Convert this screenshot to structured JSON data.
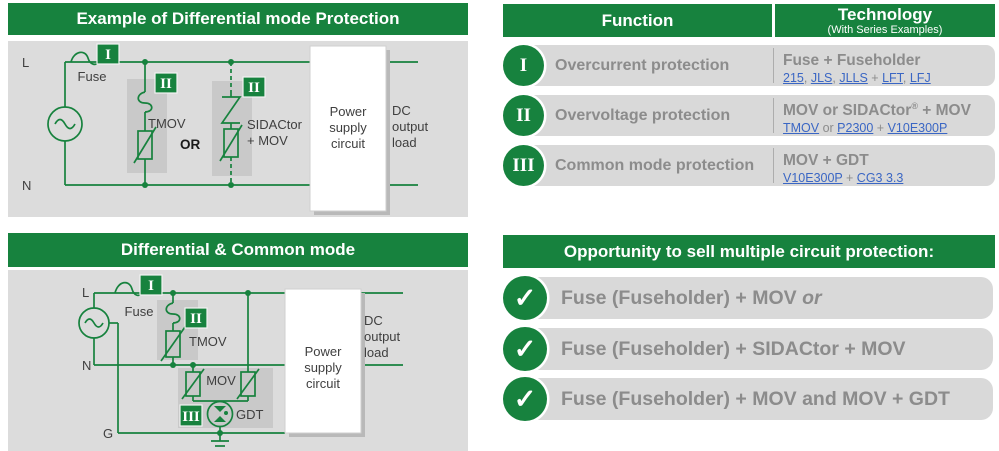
{
  "colors": {
    "green": "#17823E",
    "panel_gray": "#DCDCDC",
    "pill_gray": "#D9D9D9",
    "component_box_gray": "#C9C9C9",
    "text_gray": "#8C8C8C",
    "link_blue": "#3A66C4",
    "dark_text": "#3F3F3F"
  },
  "diff_panel": {
    "title": "Example of Differential mode Protection",
    "l": "L",
    "n": "N",
    "fuse": "Fuse",
    "badge_fuse": "I",
    "badge_tmov": "II",
    "badge_sidactor": "II",
    "tmov": "TMOV",
    "or_label": "OR",
    "sidactor_1": "SIDACtor",
    "sidactor_2": "+ MOV",
    "power_1": "Power",
    "power_2": "supply",
    "power_3": "circuit",
    "dc_1": "DC",
    "dc_2": "output",
    "dc_3": "load"
  },
  "common_panel": {
    "title": "Differential & Common mode",
    "l": "L",
    "n": "N",
    "g": "G",
    "fuse": "Fuse",
    "badge_fuse": "I",
    "badge_tmov": "II",
    "badge_gdt": "III",
    "tmov": "TMOV",
    "mov": "MOV",
    "gdt": "GDT",
    "power_1": "Power",
    "power_2": "supply",
    "power_3": "circuit",
    "dc_1": "DC",
    "dc_2": "output",
    "dc_3": "load"
  },
  "function_table": {
    "header_function": "Function",
    "header_technology": "Technology",
    "header_technology_sub": "(With Series Examples)",
    "rows": [
      {
        "numeral": "I",
        "function": "Overcurrent protection",
        "tech_title_pre": "Fuse + Fuseholder",
        "tech_title_reg": "",
        "tech_title_post": "",
        "links": [
          "215",
          "JLS",
          "JLLS",
          "LFT",
          "LFJ"
        ],
        "seps": [
          ", ",
          ", ",
          " + ",
          ", "
        ]
      },
      {
        "numeral": "II",
        "function": "Overvoltage protection",
        "tech_title_pre": "MOV or SIDACtor",
        "tech_title_reg": "®",
        "tech_title_post": " + MOV",
        "links": [
          "TMOV",
          "P2300",
          "V10E300P"
        ],
        "seps": [
          " or ",
          " + "
        ]
      },
      {
        "numeral": "III",
        "function": "Common mode protection",
        "tech_title_pre": "MOV + GDT",
        "tech_title_reg": "",
        "tech_title_post": "",
        "links": [
          "V10E300P",
          "CG3 3.3"
        ],
        "seps": [
          " + "
        ]
      }
    ]
  },
  "opportunity": {
    "title": "Opportunity to sell multiple circuit protection:",
    "check": "✓",
    "items": [
      {
        "text": "Fuse (Fuseholder) + MOV ",
        "italic": "or"
      },
      {
        "text": "Fuse (Fuseholder) + SIDACtor + MOV",
        "italic": ""
      },
      {
        "text": "Fuse (Fuseholder) + MOV and MOV + GDT",
        "italic": ""
      }
    ]
  }
}
